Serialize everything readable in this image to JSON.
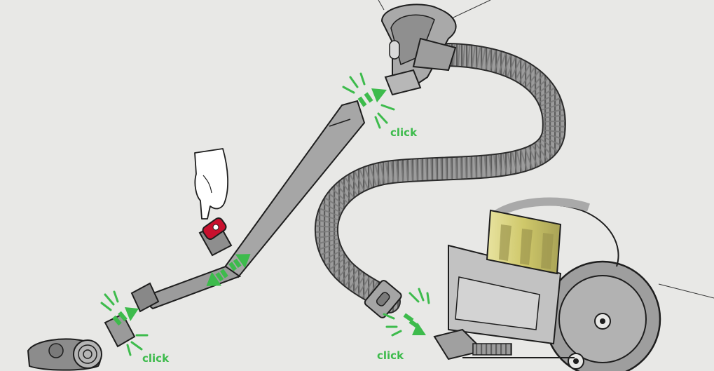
{
  "colors": {
    "background": "#e8e8e6",
    "accent_green": "#3dbb4c",
    "body_gray": "#a7a7a7",
    "dark_gray": "#6f6f6f",
    "outline": "#1e1e1e",
    "red_release": "#c8102e",
    "yellow_cyclone": "#e0d64a"
  },
  "labels": {
    "click_top": "click",
    "click_bottom_left": "click",
    "click_bottom_center": "click"
  },
  "icons": {
    "wand_to_handle": "click-connect-icon",
    "wand_to_floor_tool": "click-connect-icon",
    "hose_to_cleaner": "click-connect-icon",
    "slide_extend": "double-arrow-icon",
    "press_release": "pointing-hand-icon"
  }
}
